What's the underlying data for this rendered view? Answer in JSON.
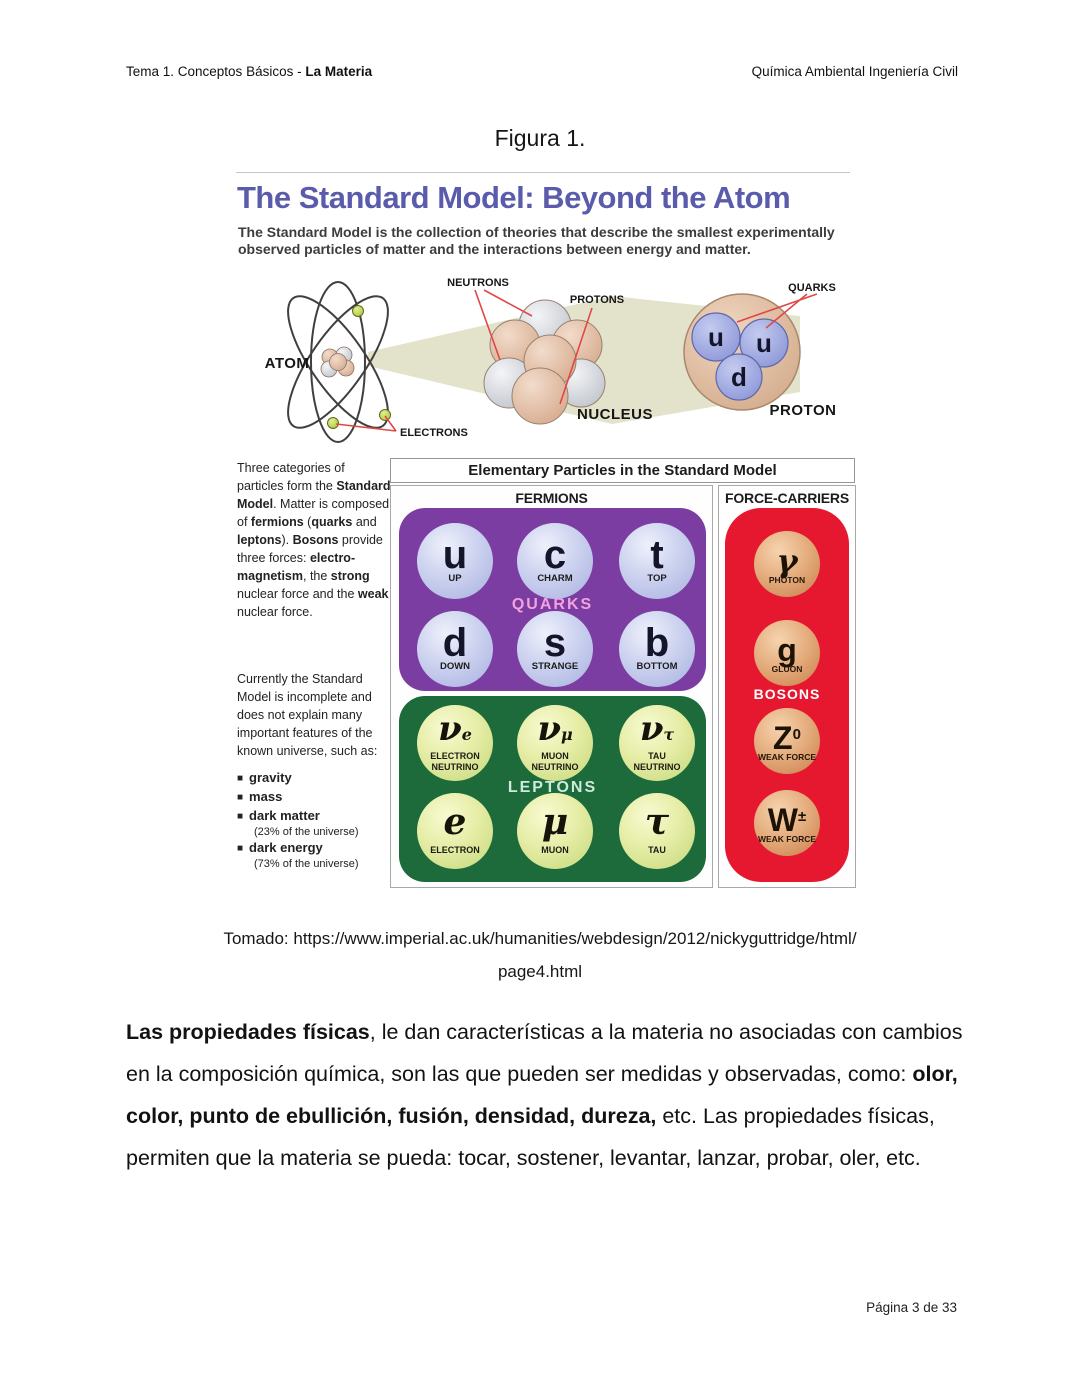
{
  "page": {
    "header": {
      "left_prefix": "Tema 1. Conceptos Básicos - ",
      "left_bold": "La Materia",
      "right": "Química Ambiental Ingeniería Civil"
    },
    "figure_caption": "Figura 1.",
    "source_line1": "Tomado: https://www.imperial.ac.uk/humanities/webdesign/2012/nickyguttridge/html/",
    "source_line2": "page4.html",
    "body_segments": [
      {
        "text": "Las propiedades físicas",
        "bold": true
      },
      {
        "text": ", le dan características a la materia no asociadas con cambios en la composición química, son las que pueden ser medidas y observadas, como: ",
        "bold": false
      },
      {
        "text": "olor, color, punto de ebullición, fusión, densidad, dureza,",
        "bold": true
      },
      {
        "text": " etc. Las propiedades físicas, permiten que la materia se pueda: tocar, sostener, levantar, lanzar, probar, oler, etc.",
        "bold": false
      }
    ],
    "footer_page": "Página 3 de 33"
  },
  "figure": {
    "title": "The Standard Model: Beyond the Atom",
    "subtitle_line1": "The Standard Model is the collection of theories that describe the smallest experimentally",
    "subtitle_line2": "observed particles of matter and the interactions between energy and matter.",
    "diagram": {
      "atom": "ATOM",
      "neutrons": "NEUTRONS",
      "protons": "PROTONS",
      "electrons": "ELECTRONS",
      "nucleus": "NUCLEUS",
      "quarks": "QUARKS",
      "proton": "PROTON",
      "proton_quark_labels": [
        "u",
        "u",
        "d"
      ]
    },
    "sidebar": {
      "p1_segments": [
        {
          "text": "Three categories of particles form the ",
          "bold": false
        },
        {
          "text": "Standard Model",
          "bold": true
        },
        {
          "text": ". Matter is composed of ",
          "bold": false
        },
        {
          "text": "fermions",
          "bold": true
        },
        {
          "text": " (",
          "bold": false
        },
        {
          "text": "quarks",
          "bold": true
        },
        {
          "text": " and ",
          "bold": false
        },
        {
          "text": "leptons",
          "bold": true
        },
        {
          "text": "). ",
          "bold": false
        },
        {
          "text": "Bosons",
          "bold": true
        },
        {
          "text": " provide three forces: ",
          "bold": false
        },
        {
          "text": "electro-magnetism",
          "bold": true
        },
        {
          "text": ", the ",
          "bold": false
        },
        {
          "text": "strong",
          "bold": true
        },
        {
          "text": " nuclear force and the ",
          "bold": false
        },
        {
          "text": "weak",
          "bold": true
        },
        {
          "text": " nuclear force.",
          "bold": false
        }
      ],
      "p2": "Currently the Standard Model is incomplete and does not explain many important features of the known universe, such as:",
      "bullet_marker": "■",
      "bullets": [
        {
          "label": "gravity",
          "note": ""
        },
        {
          "label": "mass",
          "note": ""
        },
        {
          "label": "dark matter",
          "note": "(23% of the universe)"
        },
        {
          "label": "dark energy",
          "note": "(73% of the universe)"
        }
      ]
    },
    "table": {
      "title": "Elementary Particles in the Standard Model",
      "fermions_header": "FERMIONS",
      "force_header": "FORCE-CARRIERS",
      "quarks_label": "QUARKS",
      "leptons_label": "LEPTONS",
      "bosons_label": "BOSONS",
      "quarks": [
        {
          "symbol": "u",
          "name": "UP"
        },
        {
          "symbol": "c",
          "name": "CHARM"
        },
        {
          "symbol": "t",
          "name": "TOP"
        },
        {
          "symbol": "d",
          "name": "DOWN"
        },
        {
          "symbol": "s",
          "name": "STRANGE"
        },
        {
          "symbol": "b",
          "name": "BOTTOM"
        }
      ],
      "leptons": [
        {
          "symbol": "ν",
          "sub": "e",
          "name_line1": "ELECTRON",
          "name_line2": "NEUTRINO"
        },
        {
          "symbol": "ν",
          "sub": "μ",
          "name_line1": "MUON",
          "name_line2": "NEUTRINO"
        },
        {
          "symbol": "ν",
          "sub": "τ",
          "name_line1": "TAU",
          "name_line2": "NEUTRINO"
        },
        {
          "symbol": "e",
          "sub": "",
          "name_line1": "ELECTRON",
          "name_line2": ""
        },
        {
          "symbol": "μ",
          "sub": "",
          "name_line1": "MUON",
          "name_line2": ""
        },
        {
          "symbol": "τ",
          "sub": "",
          "name_line1": "TAU",
          "name_line2": ""
        }
      ],
      "bosons": [
        {
          "symbol": "γ",
          "sup": "",
          "name": "PHOTON"
        },
        {
          "symbol": "g",
          "sup": "",
          "name": "GLUON"
        },
        {
          "symbol": "Z",
          "sup": "0",
          "name": "WEAK FORCE"
        },
        {
          "symbol": "W",
          "sup": "±",
          "name": "WEAK FORCE"
        }
      ]
    }
  },
  "colors": {
    "title_purple": "#5b5bac",
    "quark_box_purple": "#7b3da1",
    "lepton_box_green": "#1d6b3b",
    "boson_box_red": "#e6182f",
    "quarks_label_pink": "#f2a2de",
    "leptons_label_mint": "#cdeadd",
    "beam_olive": "#d8d8b8",
    "pointer_red": "#e04848"
  }
}
